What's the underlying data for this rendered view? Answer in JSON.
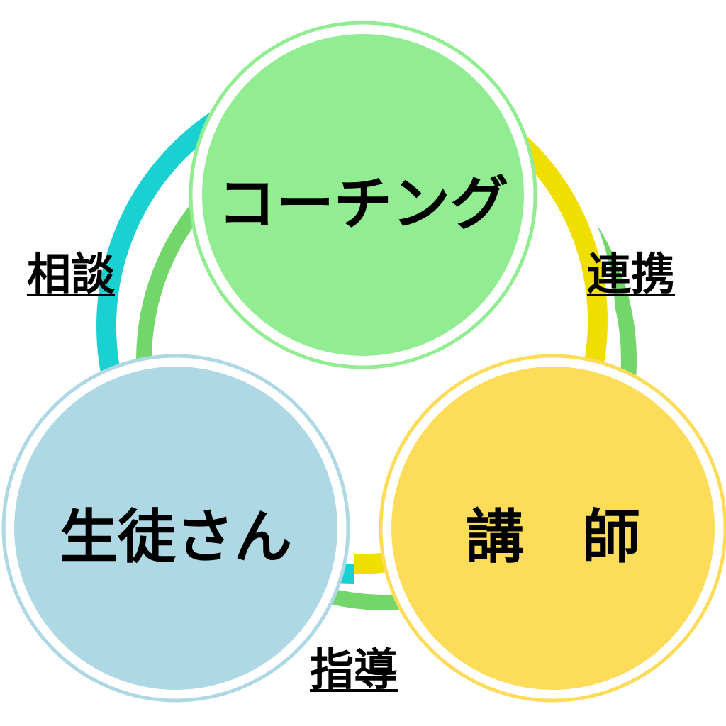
{
  "nodes": {
    "coaching": {
      "label": "コーチング",
      "color": "#92ed92"
    },
    "student": {
      "label": "生徒さん",
      "color": "#add8e4"
    },
    "teacher": {
      "label": "講　師",
      "color": "#fddc5a"
    }
  },
  "relations": {
    "consult": {
      "label": "相談",
      "color": "#1ad0d0"
    },
    "cooperate": {
      "label": "連携",
      "color": "#f0de00"
    },
    "guidance": {
      "label": "指導",
      "color": "#72d66a"
    }
  }
}
